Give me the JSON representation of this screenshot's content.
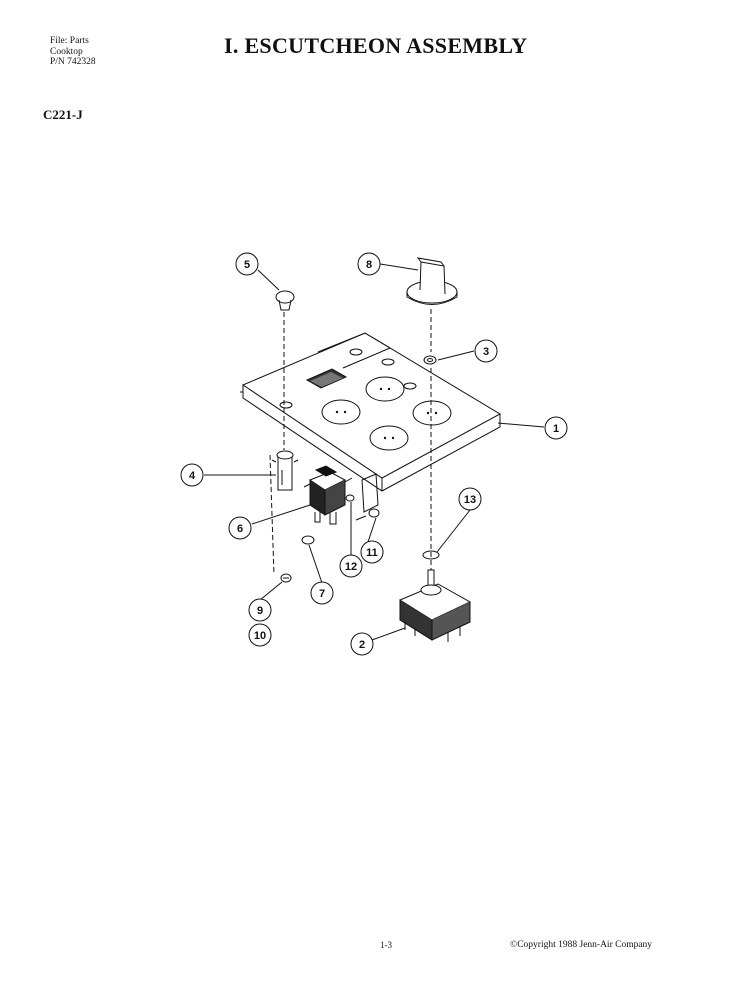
{
  "header": {
    "file_lines": [
      "File: Parts",
      "Cooktop",
      "P/N 742328"
    ],
    "title": "I. ESCUTCHEON ASSEMBLY",
    "model": "C221-J"
  },
  "callouts": [
    "1",
    "2",
    "3",
    "4",
    "5",
    "6",
    "7",
    "8",
    "9",
    "10",
    "11",
    "12",
    "13"
  ],
  "footer": {
    "page": "1-3",
    "copyright": "©Copyright 1988 Jenn-Air Company"
  }
}
